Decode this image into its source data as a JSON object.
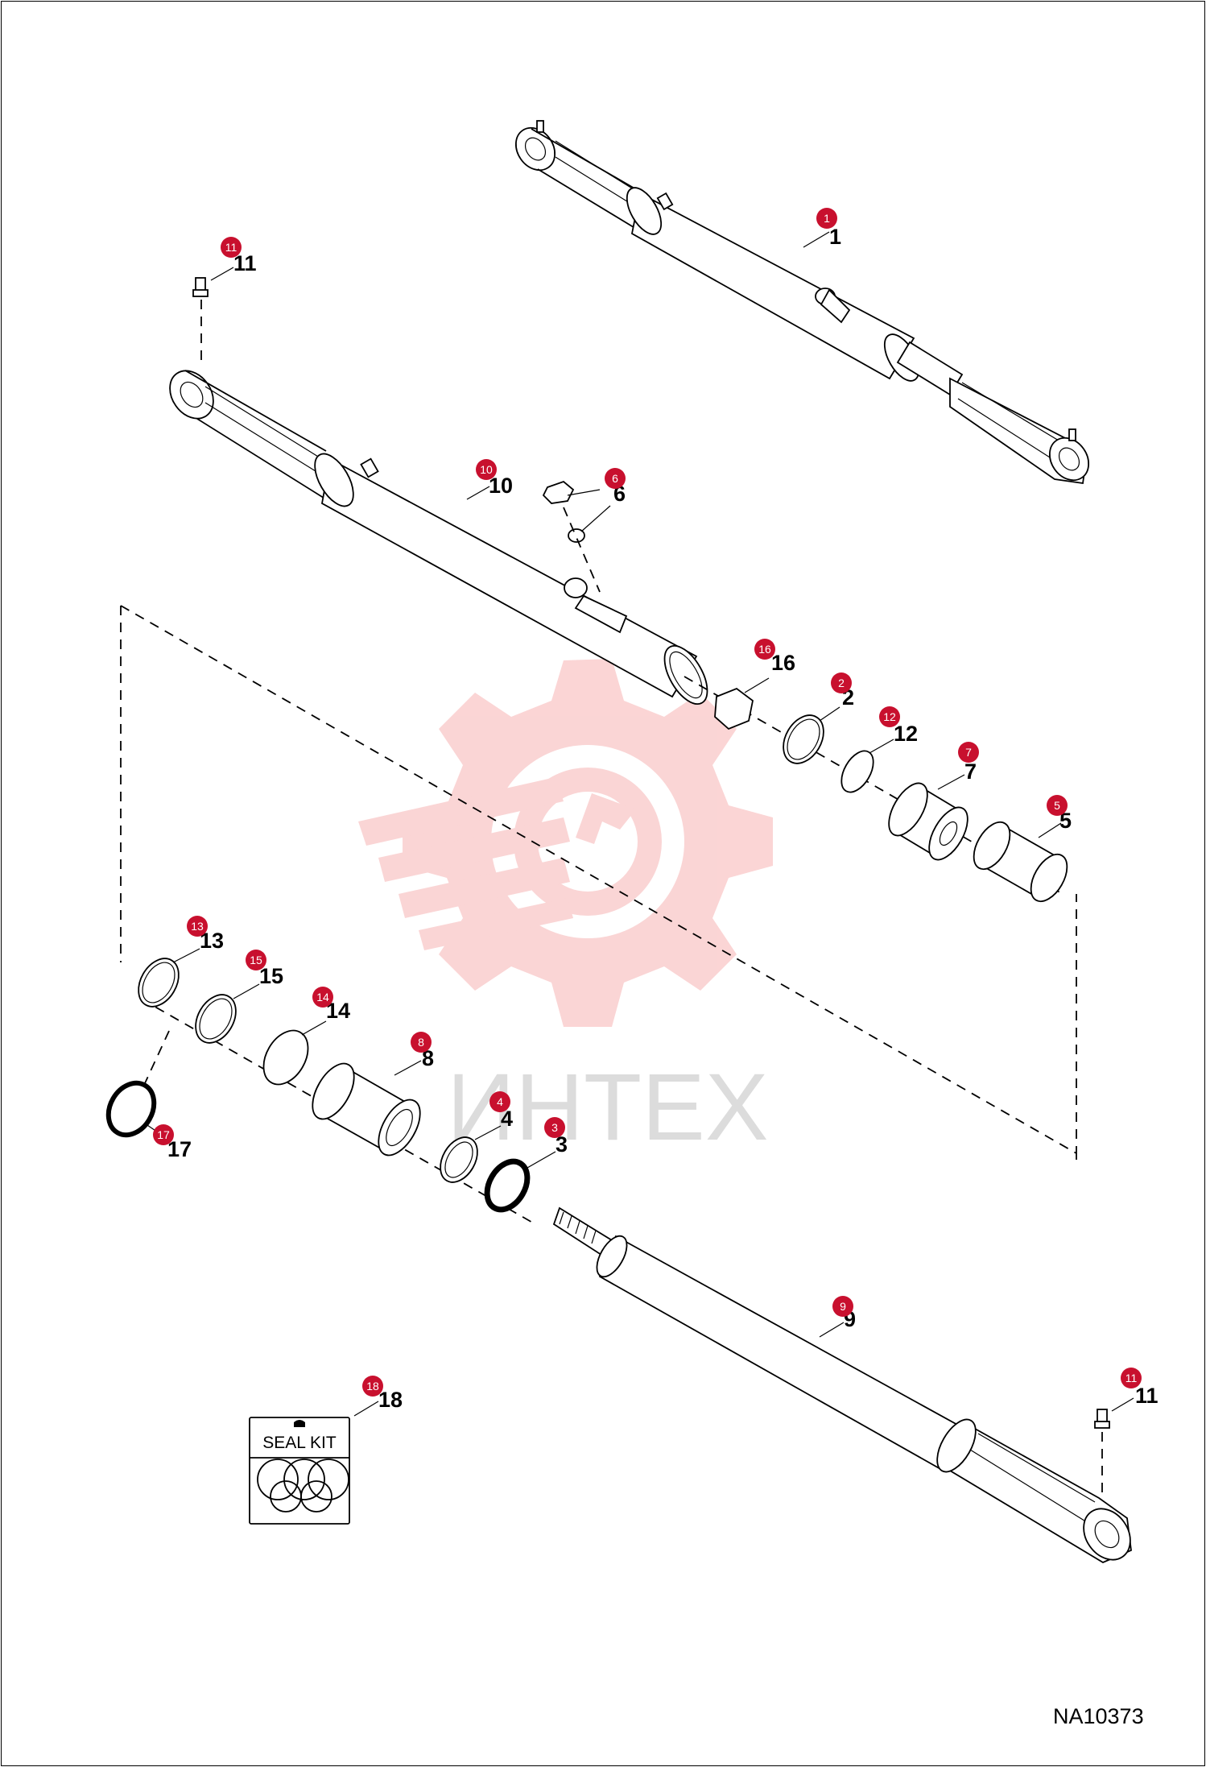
{
  "drawing": {
    "id": "NA10373"
  },
  "watermark": {
    "text": "ИНТЕХ"
  },
  "seal_kit": {
    "title": "SEAL KIT"
  },
  "callouts": [
    {
      "key": "c1",
      "label": "1",
      "badge": "1"
    },
    {
      "key": "c2",
      "label": "2",
      "badge": "2"
    },
    {
      "key": "c3",
      "label": "3",
      "badge": "3"
    },
    {
      "key": "c4",
      "label": "4",
      "badge": "4"
    },
    {
      "key": "c5",
      "label": "5",
      "badge": "5"
    },
    {
      "key": "c6",
      "label": "6",
      "badge": "6"
    },
    {
      "key": "c7",
      "label": "7",
      "badge": "7"
    },
    {
      "key": "c8",
      "label": "8",
      "badge": "8"
    },
    {
      "key": "c9",
      "label": "9",
      "badge": "9"
    },
    {
      "key": "c10",
      "label": "10",
      "badge": "10"
    },
    {
      "key": "c11a",
      "label": "11",
      "badge": "11"
    },
    {
      "key": "c11b",
      "label": "11",
      "badge": "11"
    },
    {
      "key": "c12",
      "label": "12",
      "badge": "12"
    },
    {
      "key": "c13",
      "label": "13",
      "badge": "13"
    },
    {
      "key": "c14",
      "label": "14",
      "badge": "14"
    },
    {
      "key": "c15",
      "label": "15",
      "badge": "15"
    },
    {
      "key": "c16",
      "label": "16",
      "badge": "16"
    },
    {
      "key": "c17",
      "label": "17",
      "badge": "17"
    },
    {
      "key": "c18",
      "label": "18",
      "badge": "18"
    }
  ],
  "colors": {
    "badge": "#c8102e",
    "watermark": "#f3b9b9",
    "line": "#000000"
  }
}
